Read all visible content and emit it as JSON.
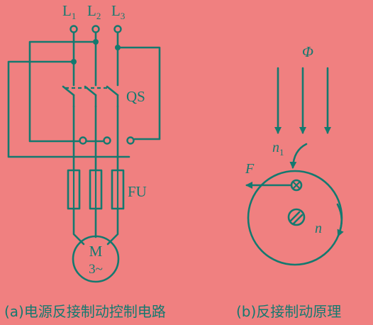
{
  "panel_a": {
    "phase_1": "L",
    "phase_1_sub": "1",
    "phase_2": "L",
    "phase_2_sub": "2",
    "phase_3": "L",
    "phase_3_sub": "3",
    "switch_label": "QS",
    "fuse_label": "FU",
    "motor_line1": "M",
    "motor_line2": "3~",
    "caption": "(a)电源反接制动控制电路"
  },
  "panel_b": {
    "flux_label": "Φ",
    "n1_label": "n",
    "n1_sub": "1",
    "force_label": "F",
    "n_label": "n",
    "caption": "(b)反接制动原理"
  }
}
